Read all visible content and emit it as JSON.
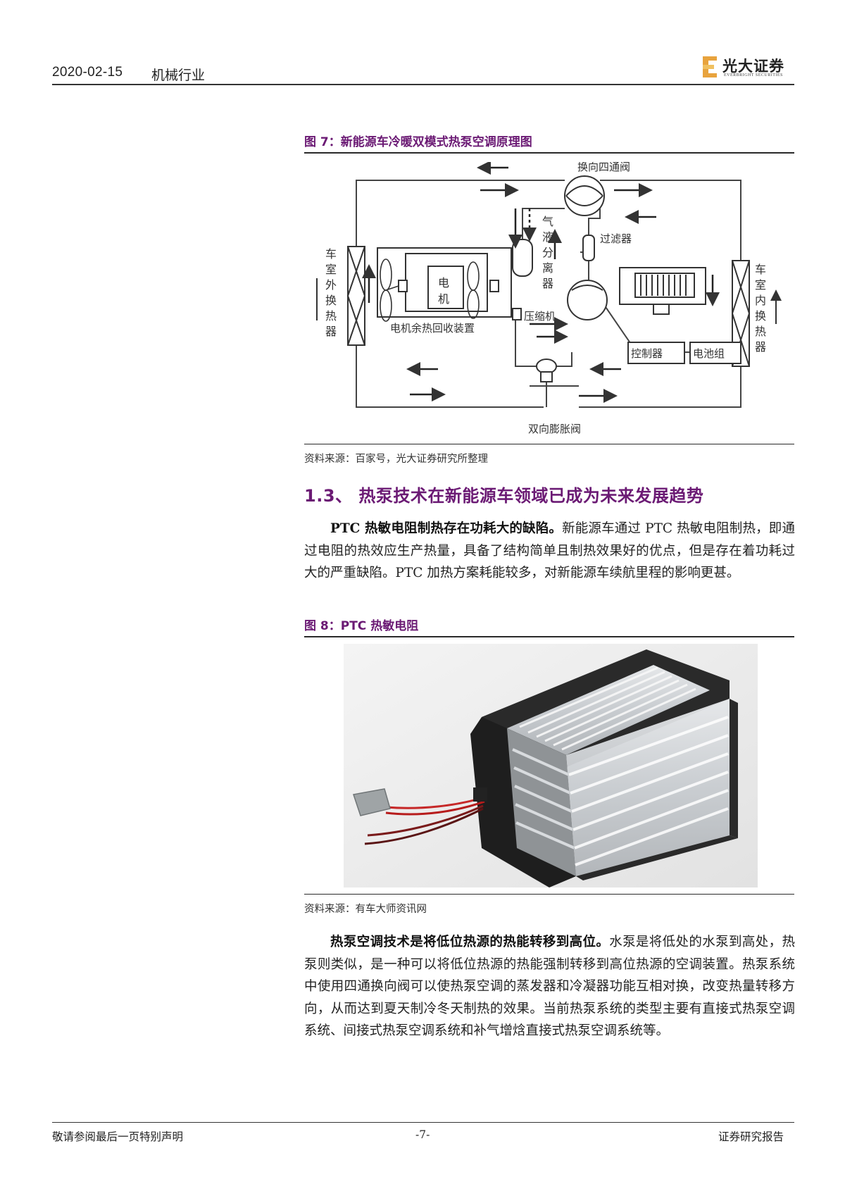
{
  "header": {
    "date": "2020-02-15",
    "industry": "机械行业",
    "logo_cn": "光大证券",
    "logo_en": "EVERBRIGHT SECURITIES"
  },
  "figure7": {
    "title": "图 7：新能源车冷暖双模式热泵空调原理图",
    "labels": {
      "four_way_valve": "换向四通阀",
      "outdoor_exchanger": "车室外换热器",
      "indoor_exchanger": "车室内换热器",
      "gas_liquid_separator": "气液分离器",
      "filter": "过滤器",
      "motor": "电机",
      "compressor": "压缩机",
      "motor_heat_recovery": "电机余热回收装置",
      "controller": "控制器",
      "battery_pack": "电池组",
      "expansion_valve": "双向膨胀阀"
    },
    "source": "资料来源：百家号，光大证券研究所整理"
  },
  "section": {
    "heading": "1.3、 热泵技术在新能源车领域已成为未来发展趋势"
  },
  "paragraph1": {
    "lead": "PTC 热敏电阻制热存在功耗大的缺陷。",
    "text": "新能源车通过 PTC 热敏电阻制热，即通过电阻的热效应生产热量，具备了结构简单且制热效果好的优点，但是存在着功耗过大的严重缺陷。PTC 加热方案耗能较多，对新能源车续航里程的影响更甚。"
  },
  "figure8": {
    "title": "图 8：PTC 热敏电阻",
    "source": "资料来源：有车大师资讯网"
  },
  "paragraph2": {
    "lead": "热泵空调技术是将低位热源的热能转移到高位。",
    "text": "水泵是将低处的水泵到高处，热泵则类似，是一种可以将低位热源的热能强制转移到高位热源的空调装置。热泵系统中使用四通换向阀可以使热泵空调的蒸发器和冷凝器功能互相对换，改变热量转移方向，从而达到夏天制冷冬天制热的效果。当前热泵系统的类型主要有直接式热泵空调系统、间接式热泵空调系统和补气增焓直接式热泵空调系统等。"
  },
  "footer": {
    "disclaimer": "敬请参阅最后一页特别声明",
    "page": "-7-",
    "report_type": "证券研究报告"
  },
  "colors": {
    "accent": "#6b1a74",
    "logo_orange": "#e8a33d"
  }
}
